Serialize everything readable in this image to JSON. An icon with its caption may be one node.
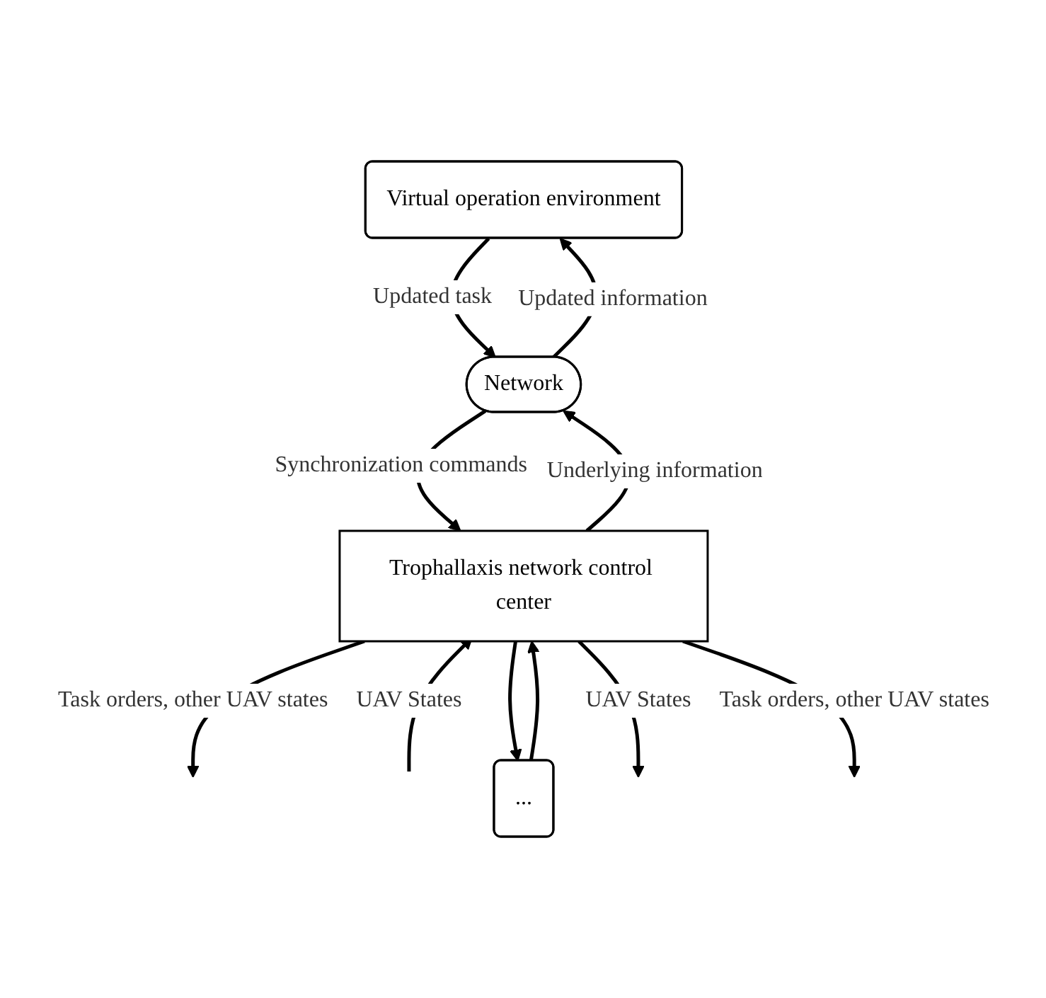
{
  "diagram": {
    "nodes": [
      {
        "text": [
          "Virtual operation environment"
        ]
      },
      {
        "text": [
          "Network"
        ]
      },
      {
        "text": [
          "Trophallaxis network control center"
        ]
      },
      {
        "text": [
          "..."
        ]
      }
    ],
    "edges": [
      {
        "from": 0,
        "to": 1,
        "arrow": "to",
        "label": "Updated task"
      },
      {
        "from": 1,
        "to": 0,
        "arrow": "to",
        "label": "Updated information"
      },
      {
        "from": 1,
        "to": 2,
        "arrow": "to",
        "label": "Synchronization commands"
      },
      {
        "from": 2,
        "to": 1,
        "arrow": "to",
        "label": "Underlying information"
      },
      {
        "from": 2,
        "to": null,
        "arrow": "to",
        "label": "Task orders, other UAV states"
      },
      {
        "from": null,
        "to": 2,
        "arrow": "to",
        "label": "UAV States"
      },
      {
        "from": 2,
        "to": 3,
        "arrow": "to"
      },
      {
        "from": 3,
        "to": 2,
        "arrow": "to"
      },
      {
        "from": 2,
        "to": null,
        "arrow": "to",
        "label": "UAV States"
      },
      {
        "from": 2,
        "to": null,
        "arrow": "to",
        "label": "Task orders, other UAV states"
      }
    ]
  }
}
